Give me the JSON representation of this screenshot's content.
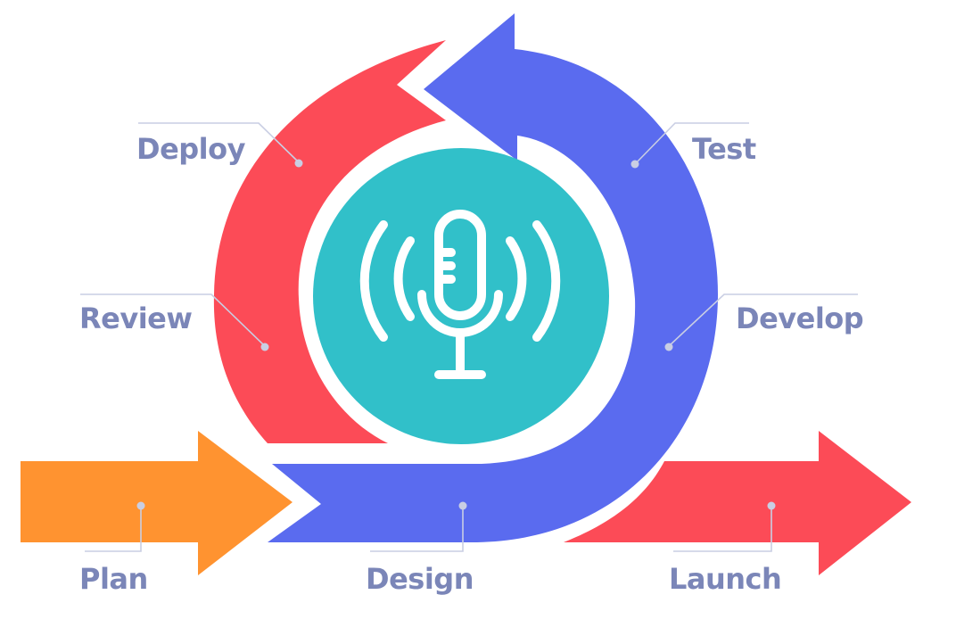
{
  "colors": {
    "red": "#FC4B57",
    "blue": "#5A6BEF",
    "orange": "#FF9330",
    "teal": "#31C0C9",
    "label": "#7B86B8",
    "leader": "#C9CEE3",
    "icon": "#ffffff"
  },
  "stages": {
    "plan": "Plan",
    "design": "Design",
    "launch": "Launch",
    "review": "Review",
    "deploy": "Deploy",
    "test": "Test",
    "develop": "Develop"
  },
  "center_icon": "microphone-icon"
}
